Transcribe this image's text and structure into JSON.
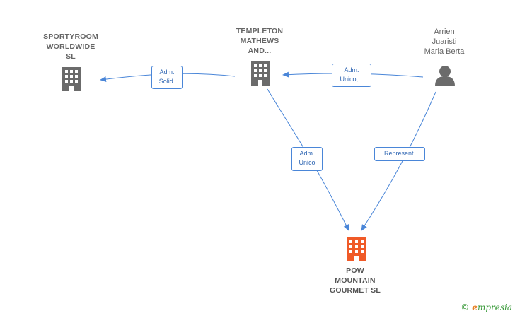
{
  "nodes": {
    "sportyroom": {
      "label": "SPORTYROOM\nWORLDWIDE\nSL",
      "type": "company"
    },
    "templeton": {
      "label": "TEMPLETON\nMATHEWS\nAND...",
      "type": "company"
    },
    "arrien": {
      "label": "Arrien\nJuaristi\nMaria Berta",
      "type": "person"
    },
    "pow": {
      "label": "POW\nMOUNTAIN\nGOURMET  SL",
      "type": "company-focus"
    }
  },
  "edges": {
    "templeton_to_sportyroom": "Adm.\nSolid.",
    "arrien_to_templeton": "Adm.\nUnico,...",
    "templeton_to_pow": "Adm.\nUnico",
    "arrien_to_pow": "Represent."
  },
  "colors": {
    "edge": "#4a86d8",
    "company_icon": "#6b6b6b",
    "focus_icon": "#f05a28",
    "person_icon": "#6b6b6b"
  },
  "brand": {
    "copyright": "©",
    "initial": "e",
    "name": "mpresia"
  }
}
